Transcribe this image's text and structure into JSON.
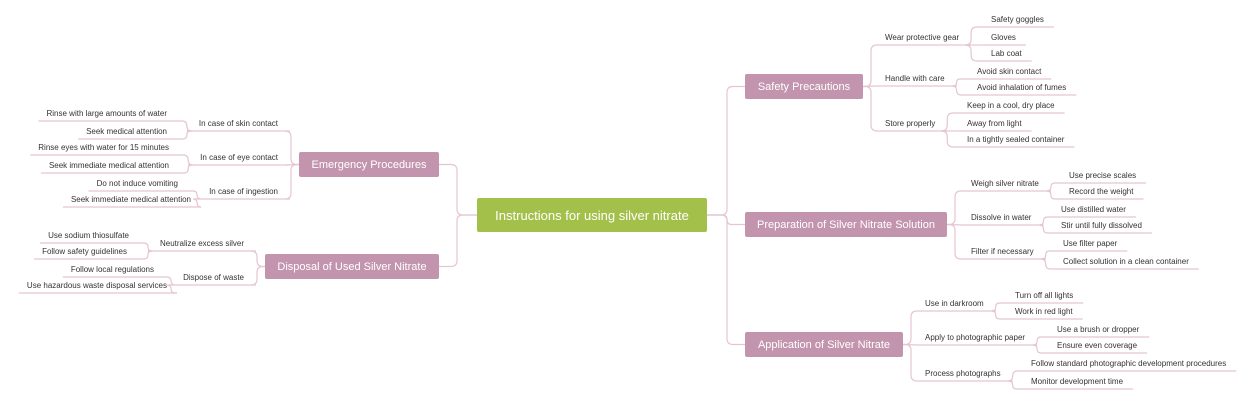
{
  "root": "Instructions for using silver nitrate",
  "colors": {
    "root": "#a3c04a",
    "branch": "#c394ad",
    "connector": "#e5c5d3",
    "text": "#333333"
  },
  "branches": {
    "safety": {
      "title": "Safety Precautions",
      "items": [
        {
          "label": "Wear protective gear",
          "children": [
            "Safety goggles",
            "Gloves",
            "Lab coat"
          ]
        },
        {
          "label": "Handle with care",
          "children": [
            "Avoid skin contact",
            "Avoid inhalation of fumes"
          ]
        },
        {
          "label": "Store properly",
          "children": [
            "Keep in a cool, dry place",
            "Away from light",
            "In a tightly sealed container"
          ]
        }
      ]
    },
    "preparation": {
      "title": "Preparation of Silver Nitrate Solution",
      "items": [
        {
          "label": "Weigh silver nitrate",
          "children": [
            "Use precise scales",
            "Record the weight"
          ]
        },
        {
          "label": "Dissolve in water",
          "children": [
            "Use distilled water",
            "Stir until fully dissolved"
          ]
        },
        {
          "label": "Filter if necessary",
          "children": [
            "Use filter paper",
            "Collect solution in a clean container"
          ]
        }
      ]
    },
    "application": {
      "title": "Application of Silver Nitrate",
      "items": [
        {
          "label": "Use in darkroom",
          "children": [
            "Turn off all lights",
            "Work in red light"
          ]
        },
        {
          "label": "Apply to photographic paper",
          "children": [
            "Use a brush or dropper",
            "Ensure even coverage"
          ]
        },
        {
          "label": "Process photographs",
          "children": [
            "Follow standard photographic development procedures",
            "Monitor development time"
          ]
        }
      ]
    },
    "emergency": {
      "title": "Emergency Procedures",
      "items": [
        {
          "label": "In case of skin contact",
          "children": [
            "Rinse with large amounts of water",
            "Seek medical attention"
          ]
        },
        {
          "label": "In case of eye contact",
          "children": [
            "Rinse eyes with water for 15 minutes",
            "Seek immediate medical attention"
          ]
        },
        {
          "label": "In case of ingestion",
          "children": [
            "Do not induce vomiting",
            "Seek immediate medical attention"
          ]
        }
      ]
    },
    "disposal": {
      "title": "Disposal of Used Silver Nitrate",
      "items": [
        {
          "label": "Neutralize excess silver",
          "children": [
            "Use sodium thiosulfate",
            "Follow safety guidelines"
          ]
        },
        {
          "label": "Dispose of waste",
          "children": [
            "Follow local regulations",
            "Use hazardous waste disposal services"
          ]
        }
      ]
    }
  }
}
